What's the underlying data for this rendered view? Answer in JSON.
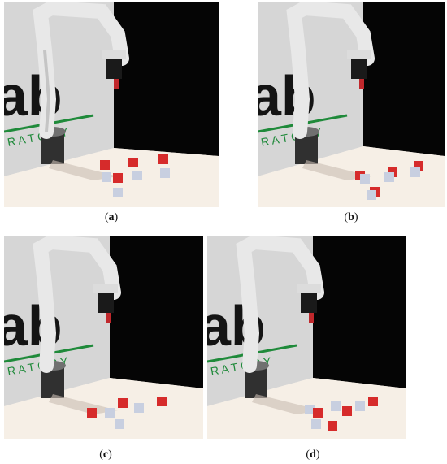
{
  "figure": {
    "panels": [
      {
        "id": "a",
        "label": "a"
      },
      {
        "id": "b",
        "label": "b"
      },
      {
        "id": "c",
        "label": "c"
      },
      {
        "id": "d",
        "label": "d"
      }
    ],
    "colors": {
      "wall_light": "#d6d6d6",
      "wall_dark": "#050505",
      "floor": "#f6efe6",
      "robot": "#e8e8e8",
      "logo_dark": "#141414",
      "logo_green": "#1f8a3a",
      "cube_red": "#d62b2b",
      "cube_white": "#c8cfe0"
    },
    "logo_letters": "ab",
    "logo_line": "RATORY"
  }
}
